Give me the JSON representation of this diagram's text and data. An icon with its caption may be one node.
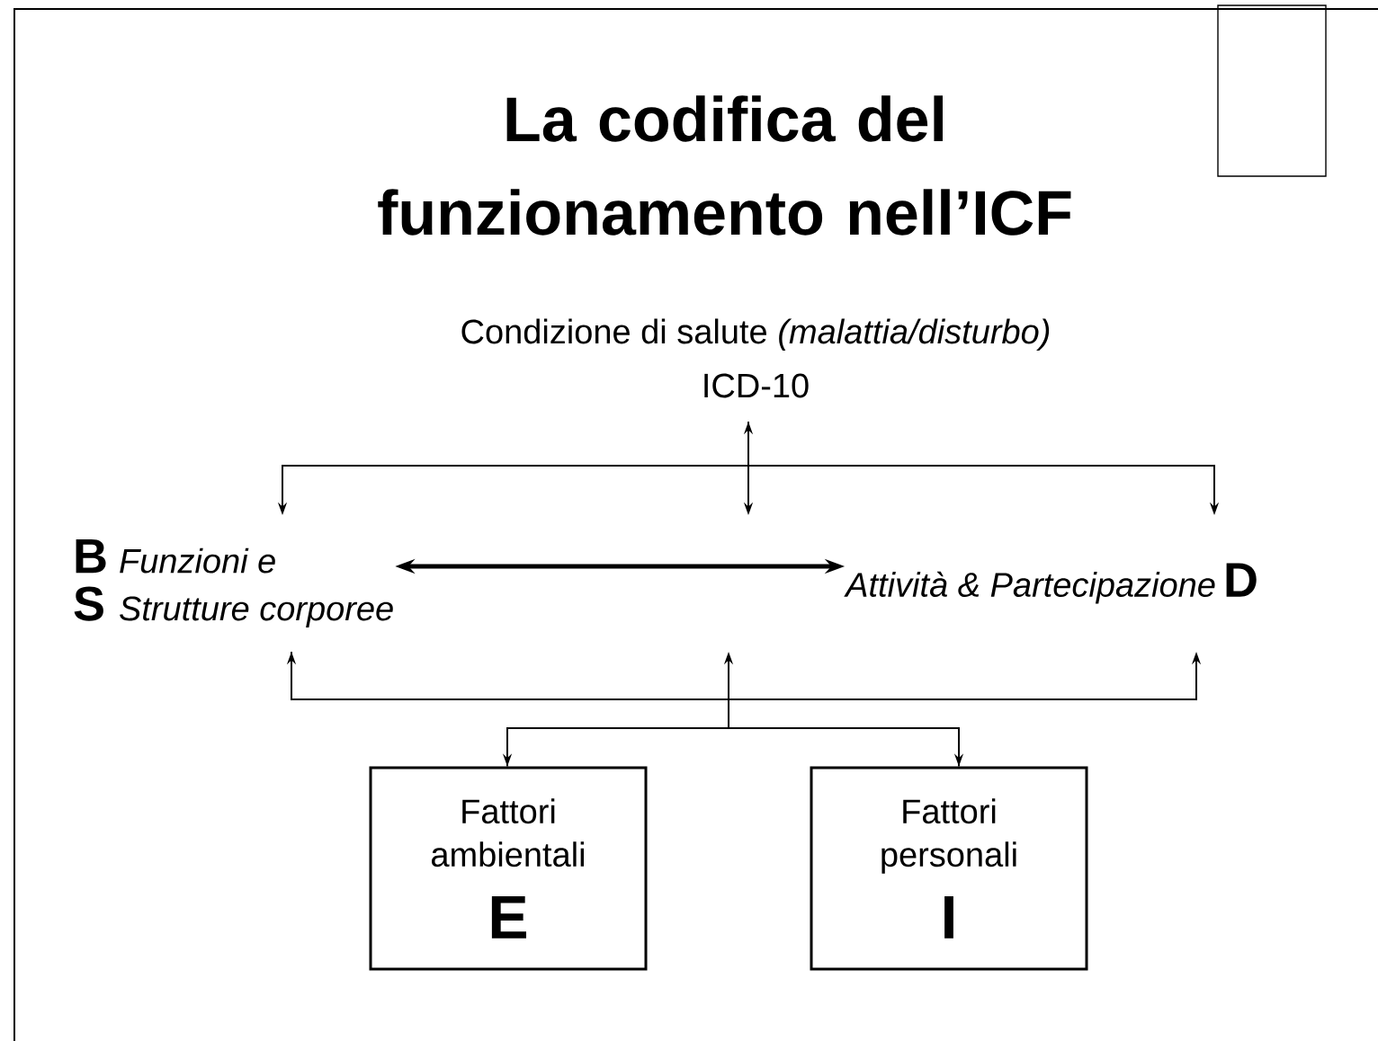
{
  "diagram": {
    "title": "La codifica del funzionamento nell’ICF",
    "nodes": [
      {
        "text": [
          "Condizione di salute *(malattia/disturbo)*",
          "ICD-10"
        ]
      },
      {
        "text": [
          "B",
          "Funzioni e",
          "S",
          "Strutture corporee"
        ]
      },
      {
        "text": [
          "*Attività* & *Partecipazione*",
          "D"
        ]
      },
      {
        "text": [
          "Fattori ambientali",
          "E"
        ]
      },
      {
        "text": [
          "Fattori personali",
          "I"
        ]
      },
      {
        "text": [],
        "shape": "box"
      }
    ],
    "edges": [
      {
        "from": 0,
        "to": 1,
        "arrow": "to"
      },
      {
        "from": 0,
        "to": 2,
        "arrow": "both"
      },
      {
        "from": 1,
        "to": 2,
        "arrow": "both",
        "style": "thick"
      },
      {
        "from": 3,
        "to": 1,
        "arrow": "to"
      },
      {
        "from": 3,
        "to": 2,
        "arrow": "both"
      },
      {
        "from": 1,
        "to": 4,
        "arrow": "to"
      },
      {
        "from": 4,
        "to": 2,
        "arrow": "to"
      },
      {
        "from": 0,
        "to": 2,
        "arrow": "to"
      }
    ]
  }
}
